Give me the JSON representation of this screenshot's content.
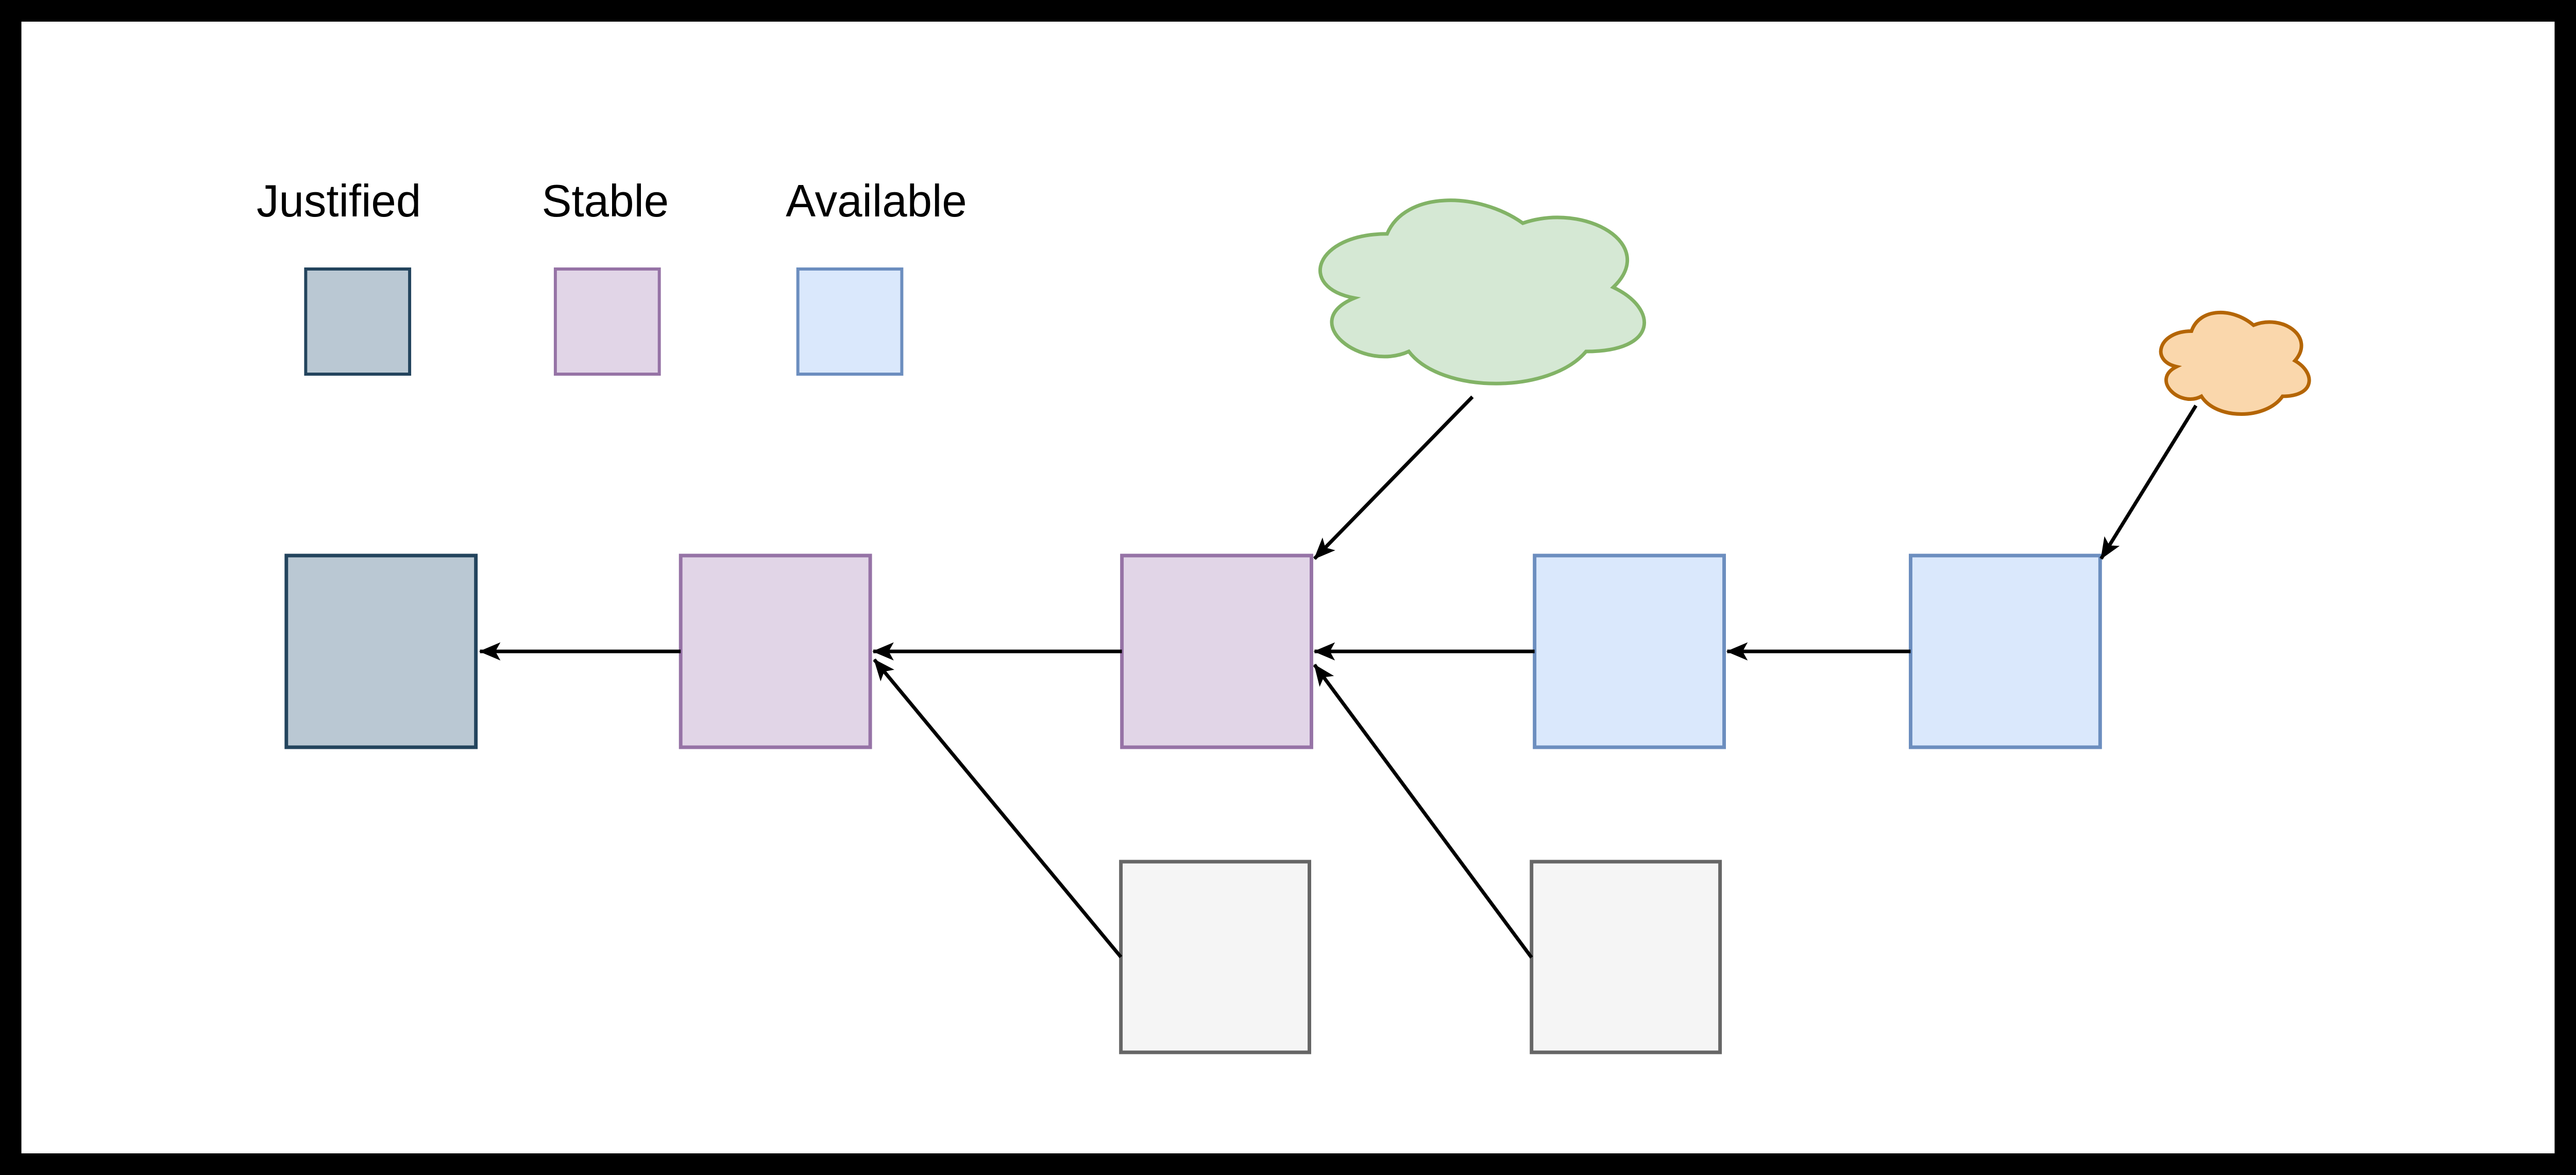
{
  "canvas": {
    "background": "#ffffff",
    "frame": "#000000"
  },
  "legend": {
    "text_color": "#000000",
    "items": [
      {
        "id": "justified",
        "label": "Justified",
        "fill": "#bac8d3",
        "stroke": "#23445d"
      },
      {
        "id": "stable",
        "label": "Stable",
        "fill": "#e1d5e7",
        "stroke": "#9673a6"
      },
      {
        "id": "available",
        "label": "Available",
        "fill": "#dae8fc",
        "stroke": "#6c8ebf"
      }
    ]
  },
  "clouds": {
    "green": {
      "fill": "#d5e8d4",
      "stroke": "#82b366"
    },
    "orange": {
      "fill": "#fad7ac",
      "stroke": "#b46504"
    }
  },
  "boxes": {
    "placeholder": {
      "fill": "#f5f5f5",
      "stroke": "#666666"
    }
  },
  "arrows": {
    "color": "#000000"
  }
}
